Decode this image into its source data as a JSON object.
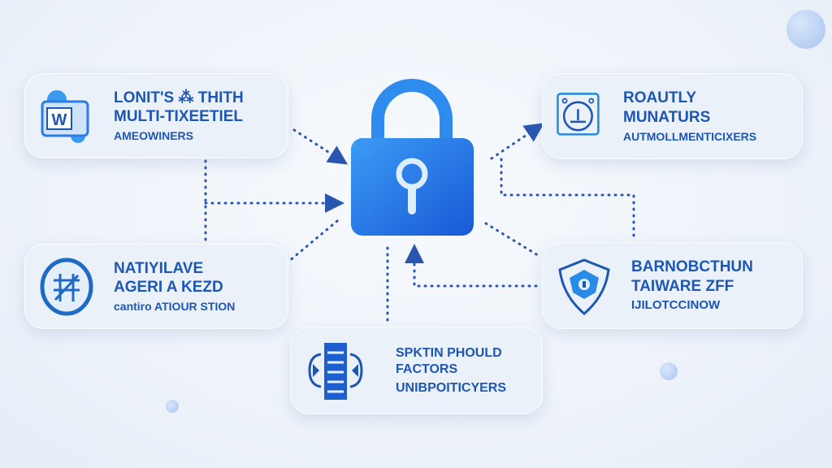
{
  "center": {
    "icon": "padlock-icon"
  },
  "cards": [
    {
      "icon": "word-document-icon",
      "lines": [
        "LONIT'S ⁂ THITH",
        "MULTI-TIXEETIEL",
        "AMEOWINERS"
      ]
    },
    {
      "icon": "biometric-device-icon",
      "lines": [
        "ROAUTLY",
        "MUNATURS",
        "AUTMOLLMENTICIXERS"
      ]
    },
    {
      "icon": "emblem-icon",
      "lines": [
        "NATIYILAVE",
        "AGERI A KEZD",
        "cantiro ATIOUR STION"
      ]
    },
    {
      "icon": "shield-icon",
      "lines": [
        "BARNOBCTHUN",
        "TAIWARE ZFF",
        "IJILOTCCINOW"
      ]
    },
    {
      "icon": "server-tower-icon",
      "lines": [
        "SPKTIN PHOULD",
        "FACTORS",
        "UNIBPOITICYERS"
      ]
    }
  ],
  "colors": {
    "accent": "#1e56b4",
    "lock": "#2a7be8",
    "dots": "#2a56b0"
  }
}
